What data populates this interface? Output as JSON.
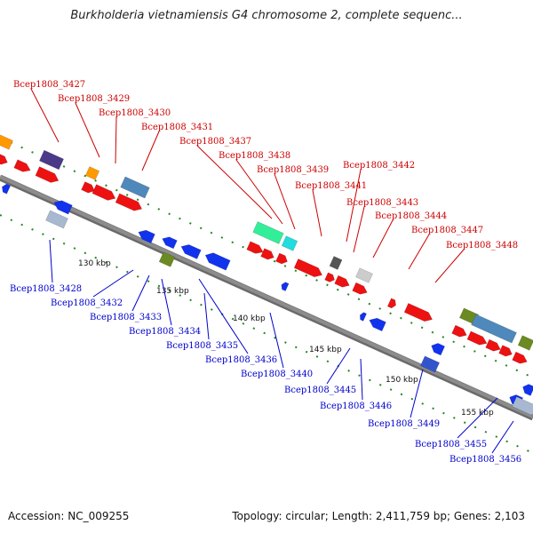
{
  "title": "Burkholderia vietnamiensis G4 chromosome 2, complete sequenc...",
  "footer": {
    "accession": "Accession: NC_009255",
    "summary": "Topology: circular; Length: 2,411,759 bp; Genes: 2,103"
  },
  "colors": {
    "backbone": "#8c8c8c",
    "forward_label": "#cc0000",
    "reverse_label": "#0000cc",
    "forward_gene": "#ee1111",
    "reverse_gene": "#1133ee",
    "tick": "#228822"
  },
  "scale_ticks": [
    "130 kbp",
    "135 kbp",
    "140 kbp",
    "145 kbp",
    "150 kbp",
    "155 kbp"
  ],
  "forward_labels": [
    "Bcep1808_3427",
    "Bcep1808_3429",
    "Bcep1808_3430",
    "Bcep1808_3431",
    "Bcep1808_3437",
    "Bcep1808_3438",
    "Bcep1808_3439",
    "Bcep1808_3441",
    "Bcep1808_3442",
    "Bcep1808_3443",
    "Bcep1808_3444",
    "Bcep1808_3447",
    "Bcep1808_3448"
  ],
  "reverse_labels": [
    "Bcep1808_3428",
    "Bcep1808_3432",
    "Bcep1808_3433",
    "Bcep1808_3434",
    "Bcep1808_3435",
    "Bcep1808_3436",
    "Bcep1808_3440",
    "Bcep1808_3445",
    "Bcep1808_3446",
    "Bcep1808_3449",
    "Bcep1808_3455",
    "Bcep1808_3456"
  ]
}
